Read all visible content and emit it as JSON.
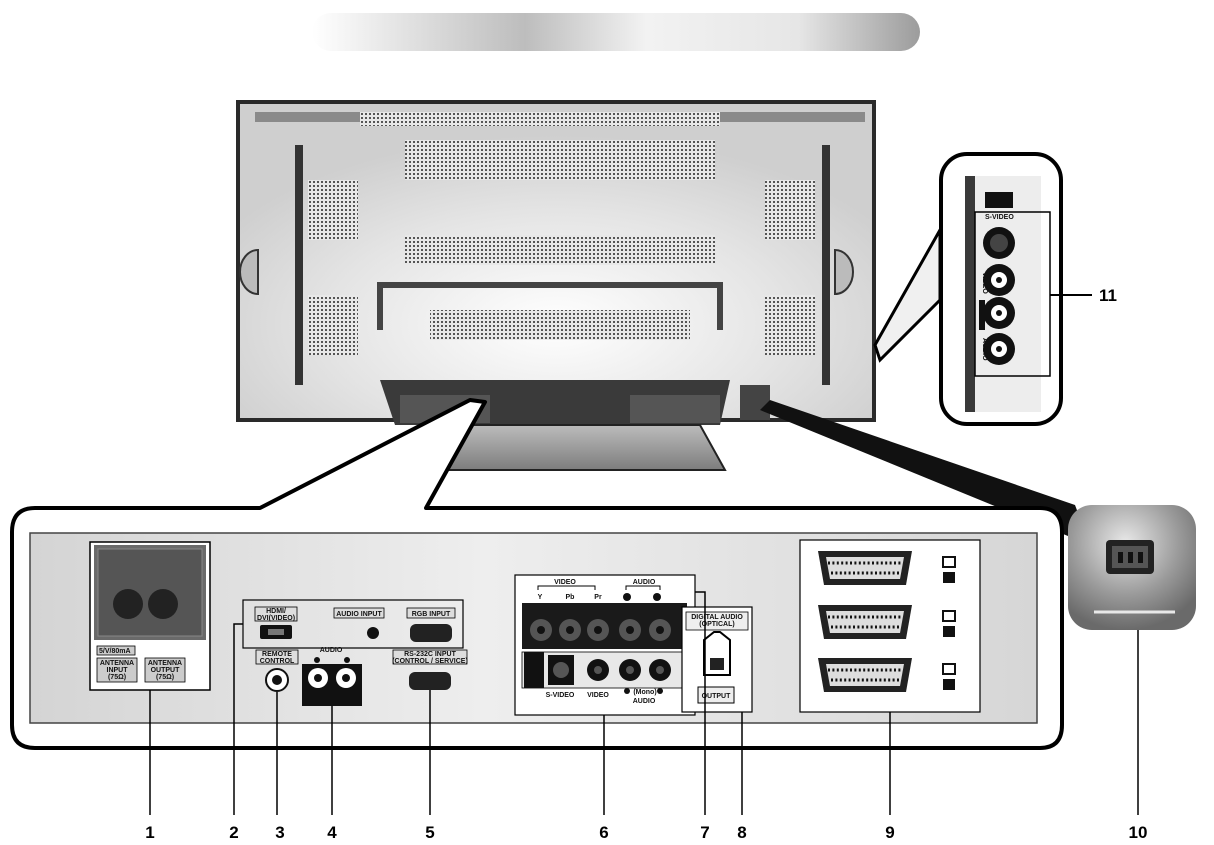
{
  "panel": {
    "antenna": {
      "rating": "5/V/80mA",
      "input": "ANTENNA\nINPUT\n(75Ω)",
      "output": "ANTENNA\nOUTPUT\n(75Ω)"
    },
    "hdmi": "HDMI/\nDVI(VIDEO)",
    "audio_input": "AUDIO INPUT",
    "rgb_input": "RGB INPUT",
    "remote_control": "REMOTE\nCONTROL",
    "audio": "AUDIO",
    "rs232c": "RS-232C INPUT\n(CONTROL / SERVICE)",
    "component": {
      "video": "VIDEO",
      "audio": "AUDIO",
      "y": "Y",
      "pb": "Pb",
      "pr": "Pr"
    },
    "svideo": "S-VIDEO",
    "video": "VIDEO",
    "mono": "(Mono)",
    "audio2": "AUDIO",
    "digital_audio": "DIGITAL AUDIO\n(OPTICAL)",
    "output": "OUTPUT"
  },
  "side_panel": {
    "svideo": "S-VIDEO",
    "video": "VIDEO",
    "audio": "AUDIO"
  },
  "callouts": [
    "1",
    "2",
    "3",
    "4",
    "5",
    "6",
    "7",
    "8",
    "9",
    "10",
    "11"
  ]
}
